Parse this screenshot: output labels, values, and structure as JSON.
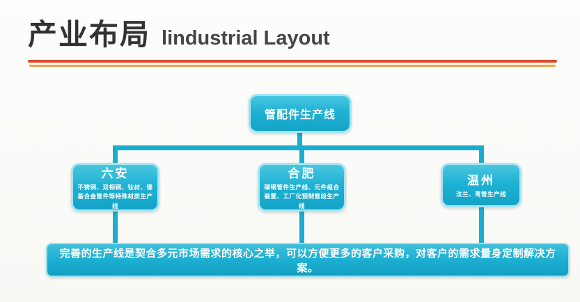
{
  "header": {
    "title_zh": "产业布局",
    "title_en": "lindustrial Layout"
  },
  "colors": {
    "node_fill": "#1fb2d4",
    "node_border": "#a6e5f2",
    "connector": "#1badd0",
    "divider_top": "#dd4a2c",
    "divider_bottom": "#eda443",
    "title_text": "#333333",
    "node_text": "#ffffff"
  },
  "diagram": {
    "root": {
      "label": "管配件生产线"
    },
    "children": [
      {
        "name": "六安",
        "desc": "不锈钢、双相钢、钛材、镍基合金管件等特殊材质生产线"
      },
      {
        "name": "合肥",
        "desc": "碳钢管件生产线、元件组合装置、工厂化预制管段生产线"
      },
      {
        "name": "温州",
        "desc": "法兰、弯管生产线"
      }
    ],
    "summary": "完善的生产线是契合多元市场需求的核心之举，可以方便更多的客户采购，对客户的需求量身定制解决方案。"
  }
}
